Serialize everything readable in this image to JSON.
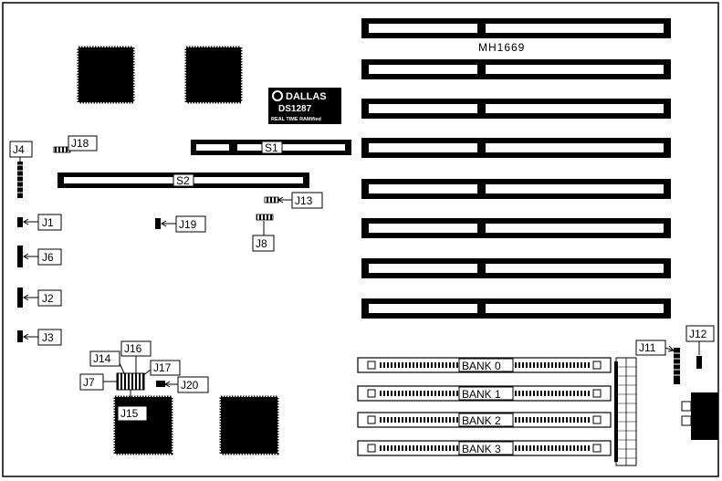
{
  "board_model": "MH1669",
  "rtc_chip": {
    "brand": "DALLAS",
    "part": "DS1287",
    "caption": "REAL TIME RAMified"
  },
  "sockets": {
    "s1": "S1",
    "s2": "S2"
  },
  "jumpers": {
    "j1": "J1",
    "j2": "J2",
    "j3": "J3",
    "j4": "J4",
    "j6": "J6",
    "j7": "J7",
    "j8": "J8",
    "j11": "J11",
    "j12": "J12",
    "j13": "J13",
    "j14": "J14",
    "j15": "J15",
    "j16": "J16",
    "j17": "J17",
    "j18": "J18",
    "j19": "J19",
    "j20": "J20"
  },
  "memory_banks": [
    "BANK 0",
    "BANK 1",
    "BANK 2",
    "BANK 3"
  ],
  "colors": {
    "ink": "#000000",
    "paper": "#ffffff"
  }
}
